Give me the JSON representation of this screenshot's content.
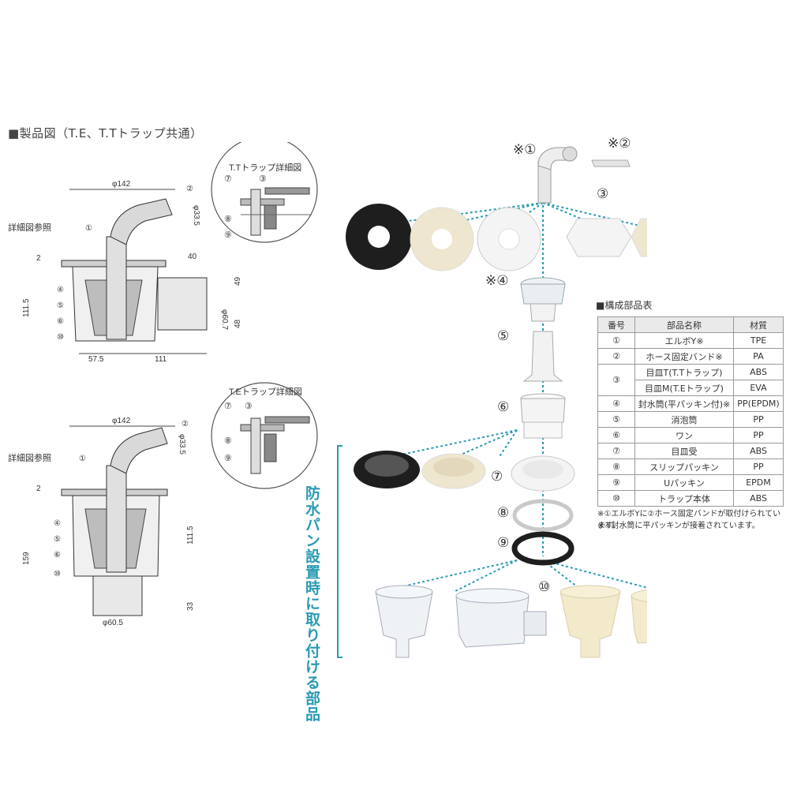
{
  "title": "■製品図（T.E、T.Tトラップ共通）",
  "drawing_top": {
    "detail_title": "T.Tトラップ詳細図",
    "dim_width": "φ142",
    "dim_hose": "φ33.5",
    "ref_label": "詳細図参照",
    "dim_left_offset": "2",
    "dim_outlet_len": "40",
    "dim_height": "111.5",
    "dim_outlet_dia": "φ60.7",
    "dim_outlet_upper": "49",
    "dim_outlet_lower": "48",
    "dim_base_left": "57.5",
    "dim_base_right": "111",
    "callouts": [
      "①",
      "②",
      "④",
      "⑤",
      "⑥",
      "⑩"
    ],
    "detail_callouts": [
      "⑦",
      "③",
      "⑧",
      "⑨"
    ]
  },
  "drawing_bottom": {
    "detail_title": "T.Eトラップ詳細図",
    "dim_width": "φ142",
    "dim_hose": "φ33.5",
    "ref_label": "詳細図参照",
    "dim_left_offset": "2",
    "dim_total": "159",
    "dim_inner": "111.5",
    "dim_pipe": "33",
    "dim_pipe_dia": "φ60.5",
    "callouts": [
      "①",
      "②",
      "④",
      "⑤",
      "⑥",
      "⑩"
    ],
    "detail_callouts": [
      "⑦",
      "③",
      "⑧",
      "⑨"
    ]
  },
  "exploded": {
    "marks": {
      "m1": "※①",
      "m2": "※②",
      "m3": "③",
      "m4": "※④",
      "m5": "⑤",
      "m6": "⑥",
      "m7": "⑦",
      "m8": "⑧",
      "m9": "⑨",
      "m10": "⑩"
    },
    "waterproof_label": "防水パン設置時に取り付ける部品"
  },
  "parts_table": {
    "title": "■構成部品表",
    "headers": [
      "番号",
      "部品名称",
      "材質"
    ],
    "rows": [
      {
        "no": "①",
        "name": "エルボY※",
        "mat": "TPE"
      },
      {
        "no": "②",
        "name": "ホース固定バンド※",
        "mat": "PA"
      },
      {
        "no": "③",
        "name": "目皿T(T.Tトラップ)",
        "mat": "ABS"
      },
      {
        "no": "",
        "name": "目皿M(T.Eトラップ)",
        "mat": "EVA"
      },
      {
        "no": "④",
        "name": "封水筒(平パッキン付)※",
        "mat": "PP(EPDM)"
      },
      {
        "no": "⑤",
        "name": "消泡筒",
        "mat": "PP"
      },
      {
        "no": "⑥",
        "name": "ワン",
        "mat": "PP"
      },
      {
        "no": "⑦",
        "name": "目皿受",
        "mat": "ABS"
      },
      {
        "no": "⑧",
        "name": "スリップパッキン",
        "mat": "PP"
      },
      {
        "no": "⑨",
        "name": "Uパッキン",
        "mat": "EPDM"
      },
      {
        "no": "⑩",
        "name": "トラップ本体",
        "mat": "ABS"
      }
    ],
    "notes": [
      "※①エルボYに②ホース固定バンドが取付けられています。",
      "※④封水筒に平パッキンが接着されています。"
    ]
  },
  "colors": {
    "accent": "#2a9bb3",
    "line": "#444444",
    "cream": "#efe6cf",
    "white_part": "#f4f4f4",
    "black_part": "#1e1e1e"
  }
}
